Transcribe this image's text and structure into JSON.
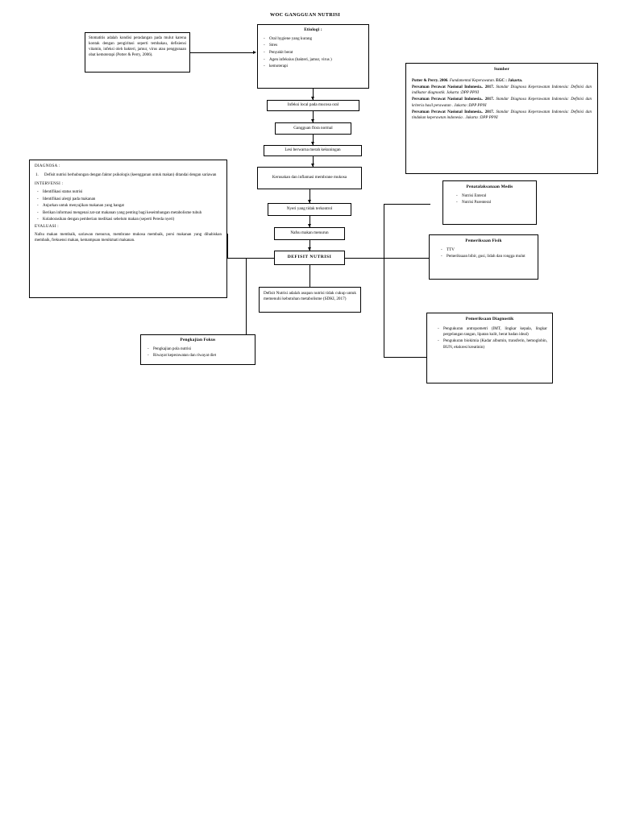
{
  "page": {
    "title": "WOC GANGGUAN NUTRISI"
  },
  "definition_box": {
    "text": "Stomatitis adalah kondisi peradangan pada mulut karena kontak dengan pengiritasi seperti tembakau, defisiensi vitamin, infeksi oleh bakteri, jamur, virus atau penggunaan obat kemoterapi (Potter & Perry, 2006)."
  },
  "etiologi": {
    "title": "Etiologi :",
    "items": [
      "Oral hygiene yang kurang",
      "Stres",
      "Penyakit berat",
      "Agen infeksius (bakteri, jamur, virus )",
      "kemoterapi"
    ]
  },
  "flow": {
    "step1": "Infeksi local pada mucosa oral",
    "step2": "Gangguan flora normal",
    "step3": "Lesi berwarna merah kekuningan",
    "step4": "Kerusakan dan inflamasi membrane mukosa",
    "step5": "Nyeri yang tidak terkontrol",
    "step6": "Nafsu makan menurun",
    "step7": "DEFISIT NUTRISI",
    "step8": "Defisit Nutrisi adalah asupan nutrisi tidak cukup untuk memenuhi kebutuhan metabolisme (SDKI, 2017)"
  },
  "sumber": {
    "title": "Sumber",
    "references": [
      {
        "authors": "Potter & Perry. 2006",
        "rest_italic": ". Fundamental Keperawatan. ",
        "tail_bold": "EGC : Jakarta."
      },
      {
        "authors": "Persatuan Perawat Nasional Indonesia.. 2017.",
        "rest_italic": " Standar Diagnosa Keperawatan Indonesia: Definisi dan indikator diagnostik. Jakarta :DPP PPNI",
        "tail_bold": ""
      },
      {
        "authors": "Persatuan Perawat Nasional Indonesia.. 2017.",
        "rest_italic": " Standar Diagnosa Keperawatan Indonesia: Definisi dan kriteria hasil perawatan . Jakarta :DPP PPNI",
        "tail_bold": ""
      },
      {
        "authors": "Persatuan Perawat Nasional Indonesia.. 2017.",
        "rest_italic": " Standar Diagnosa Keperawatan Indonesia: Definisi dan tindakan keperawtan indonesia . Jakarta :DPP PPNI",
        "tail_bold": ""
      }
    ]
  },
  "diagnosa": {
    "heading": "DIAGNOSA :",
    "items": [
      "Defisit nutrisi berhubungan dengan faktor psikologis (keengganan untuk makan) ditandai dengan sariawan"
    ],
    "intervensi_heading": "INTERVENSI :",
    "intervensi": [
      "Identifikasi status nutrisi",
      "Identifikasi alergi pada makanan",
      "Anjurkan untuk menyajikan makanan yang hangat",
      "Berikan informasi mengenai zat-zat makanan yang penting bagi keseimbangan metabolisme tubuh",
      "Kolaborasikan dengan pemberian medikasi sebelum makan (seperti Pereda nyeri)"
    ],
    "evaluasi_heading": "EVALUASI :",
    "evaluasi": "Nafsu makan membaik, sariawan menurun, membrane mukosa membaik, porsi makanan yang dihabiskan membaik, frekuensi makan, kemampuan menikmati makanan."
  },
  "pengkajian_fokus": {
    "title": "Pengkajian Fokus",
    "items": [
      "Pengkajian pola nutrisi",
      "Riwayat keperawatan dan riwayat diet"
    ]
  },
  "penatalaksanaan": {
    "title": "Penatalaksanaan Medis",
    "items": [
      "Nutrisi Enteral",
      "Nutrisi Parenteral"
    ]
  },
  "pemeriksaan_fisik": {
    "title": "Pemeriksaan Fisik",
    "items": [
      "TTV",
      "Pemeriksaan bibir, gusi, lidah dan rongga mulut"
    ]
  },
  "pemeriksaan_diagnostik": {
    "title": "Pemeriksaan Diagnostik",
    "items": [
      "Pengukuran antropometri (IMT, lingkar kepala, lingkar pergelangan tangan, lipatan kulit, berat badan ideal)",
      "Pengukuran biokimia (Kadar albumin, transferin, hemoglobin, BUN, ekskresi kreatinin)"
    ]
  }
}
